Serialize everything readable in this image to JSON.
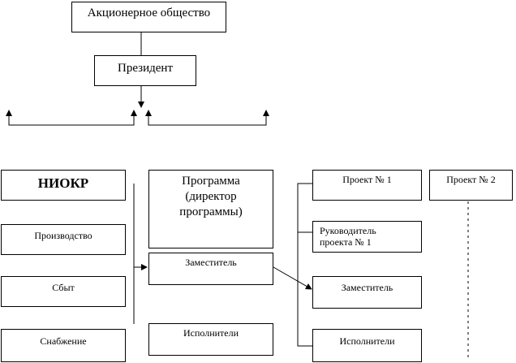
{
  "diagram": {
    "top": {
      "joint_stock": "Акционерное общество",
      "president": "Президент"
    },
    "functional": {
      "niokr": "НИОКР",
      "production": "Производство",
      "sales": "Сбыт",
      "supply": "Снабжение"
    },
    "program": {
      "title_line1": "Программа",
      "title_line2": "(директор",
      "title_line3": "программы)",
      "deputy": "Заместитель",
      "executors": "Исполнители"
    },
    "project1": {
      "title": "Проект № 1",
      "manager_line1": "Руководитель",
      "manager_line2": "проекта № 1",
      "deputy": "Заместитель",
      "executors": "Исполнители"
    },
    "project2": {
      "title": "Проект № 2"
    }
  }
}
